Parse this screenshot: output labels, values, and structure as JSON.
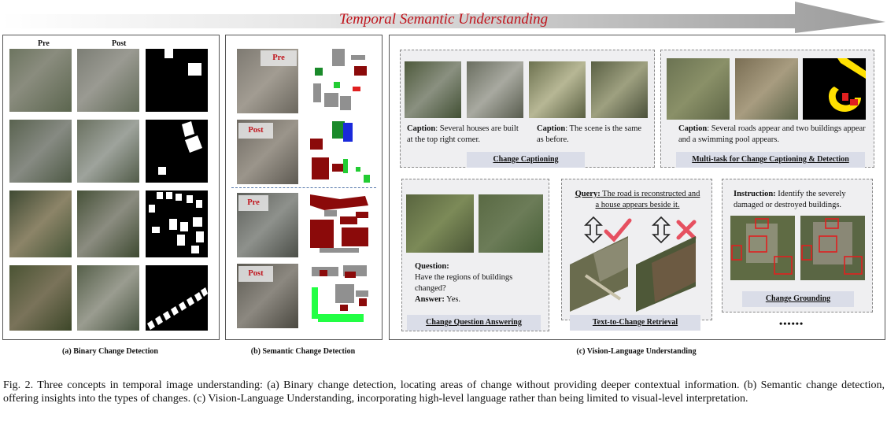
{
  "banner": {
    "title": "Temporal Semantic Understanding"
  },
  "panel_a": {
    "col_labels": [
      "Pre",
      "Post"
    ],
    "caption": "(a) Binary Change Detection"
  },
  "panel_b": {
    "tags": [
      "Pre",
      "Post",
      "Pre",
      "Post"
    ],
    "caption": "(b) Semantic Change Detection"
  },
  "panel_c": {
    "caption": "(c) Vision-Language Understanding",
    "captioning": {
      "caption1_label": "Caption",
      "caption1_text": ": Several houses are built at the top right corner.",
      "caption2_label": "Caption",
      "caption2_text": ": The scene is the same as before.",
      "title": "Change Captioning"
    },
    "multitask": {
      "caption_label": "Caption",
      "caption_text": ": Several roads appear and two buildings appear and a swimming pool appears.",
      "title": "Multi-task for Change Captioning & Detection"
    },
    "vqa": {
      "question_label": "Question:",
      "question_text": "Have the regions of buildings changed?",
      "answer_label": "Answer:",
      "answer_text": " Yes.",
      "title": "Change Question Answering"
    },
    "retrieval": {
      "query_label": "Query:",
      "query_text": " The road is reconstructed and a house appears beside it.",
      "title": "Text-to-Change Retrieval"
    },
    "grounding": {
      "instruction_label": "Instruction:",
      "instruction_text": " Identify the severely damaged or destroyed buildings.",
      "title": "Change Grounding"
    },
    "ellipsis": "••••••"
  },
  "figure_caption": "Fig. 2.  Three concepts in temporal image understanding: (a) Binary change detection, locating areas of change without providing deeper contextual information. (b) Semantic change detection, offering insights into the types of changes. (c) Vision-Language Understanding, incorporating high-level language rather than being limited to visual-level interpretation.",
  "colors": {
    "banner_text": "#c0141c",
    "change_red": "#8b0a0a",
    "change_green": "#22cc33",
    "box_red": "#e02020"
  }
}
